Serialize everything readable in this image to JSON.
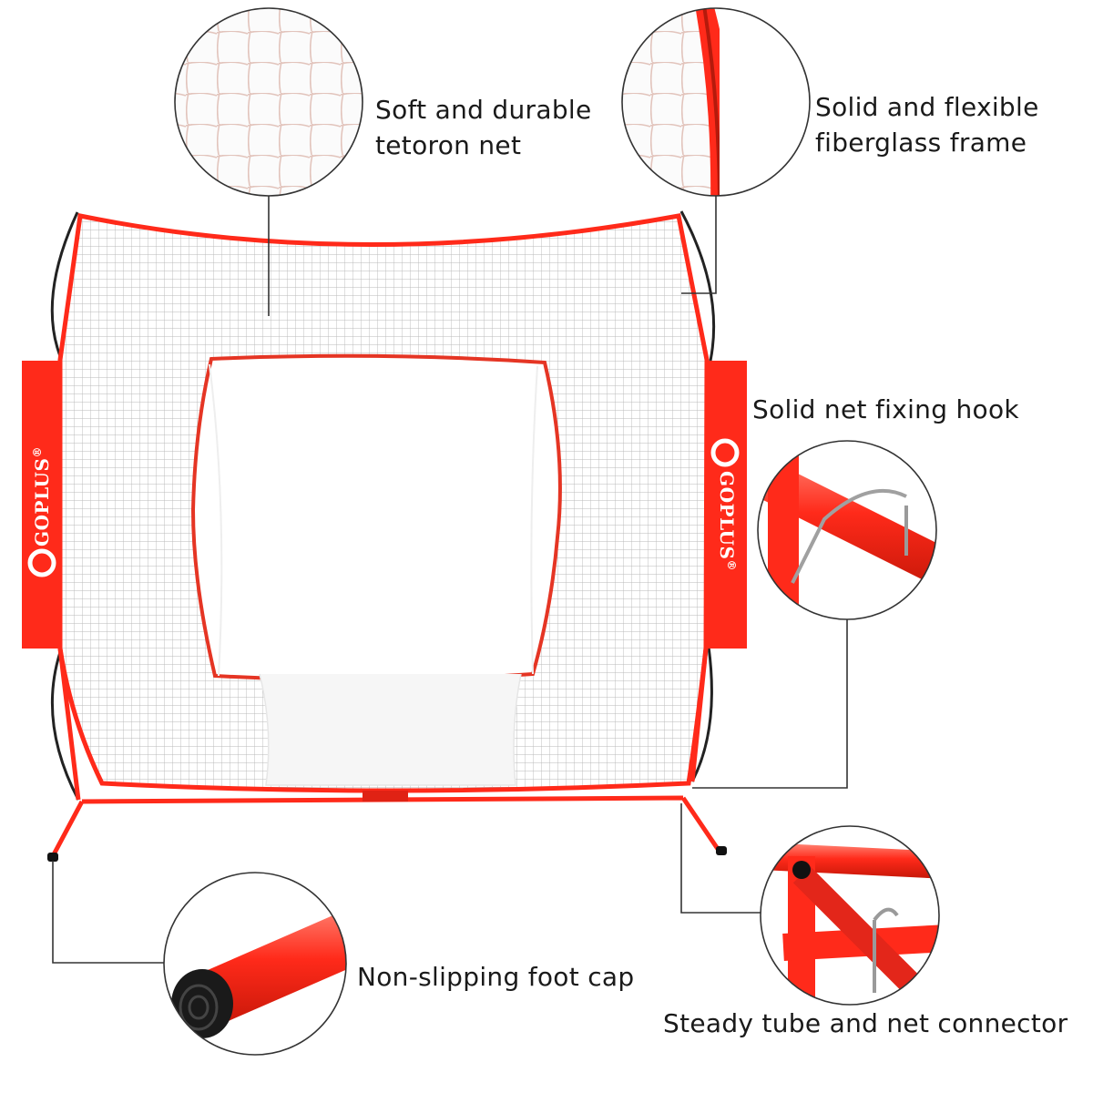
{
  "brand": {
    "name": "GOPLUS",
    "mark": "®",
    "color": "#ff2a1a"
  },
  "features": {
    "net": "Soft and durable\ntetoron net",
    "frame": "Solid and flexible\nfiberglass frame",
    "hook": "Solid net fixing hook",
    "foot_cap": "Non-slipping foot cap",
    "connector": "Steady tube and net connector"
  },
  "colors": {
    "accent": "#ff2a1a",
    "net_mesh": "#b8b8b8",
    "callout_line": "#333333",
    "foot_cap": "#1a1a1a"
  }
}
